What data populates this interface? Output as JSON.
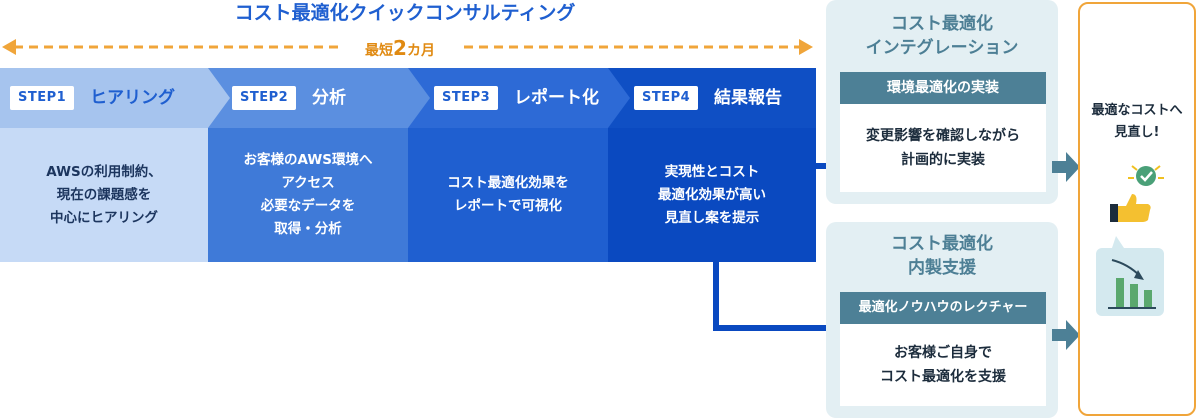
{
  "title": "コスト最適化クイックコンサルティング",
  "duration": {
    "prefix": "最短",
    "number": "2",
    "suffix": "カ月"
  },
  "steps": [
    {
      "tag": "STEP1",
      "name": "ヒアリング",
      "body": "AWSの利用制約、\n現在の課題感を\n中心にヒアリング"
    },
    {
      "tag": "STEP2",
      "name": "分析",
      "body": "お客様のAWS環境へ\nアクセス\n必要なデータを\n取得・分析"
    },
    {
      "tag": "STEP3",
      "name": "レポート化",
      "body": "コスト最適化効果を\nレポートで可視化"
    },
    {
      "tag": "STEP4",
      "name": "結果報告",
      "body": "実現性とコスト\n最適化効果が高い\n見直し案を提示"
    }
  ],
  "panels": [
    {
      "title": "コスト最適化\nインテグレーション",
      "bar": "環境最適化の実装",
      "body": "変更影響を確認しながら\n計画的に実装"
    },
    {
      "title": "コスト最適化\n内製支援",
      "bar": "最適化ノウハウのレクチャー",
      "body": "お客様ご自身で\nコスト最適化を支援"
    }
  ],
  "result": {
    "text": "最適なコストへ\n見直し!"
  },
  "colors": {
    "orange": "#f0a53a",
    "step_blue": "#1f5fd0",
    "panel_teal": "#4d8096",
    "panel_bg": "#e3eff3"
  },
  "icons": [
    "check-badge-icon",
    "thumbs-up-icon",
    "cost-down-chart-icon"
  ]
}
